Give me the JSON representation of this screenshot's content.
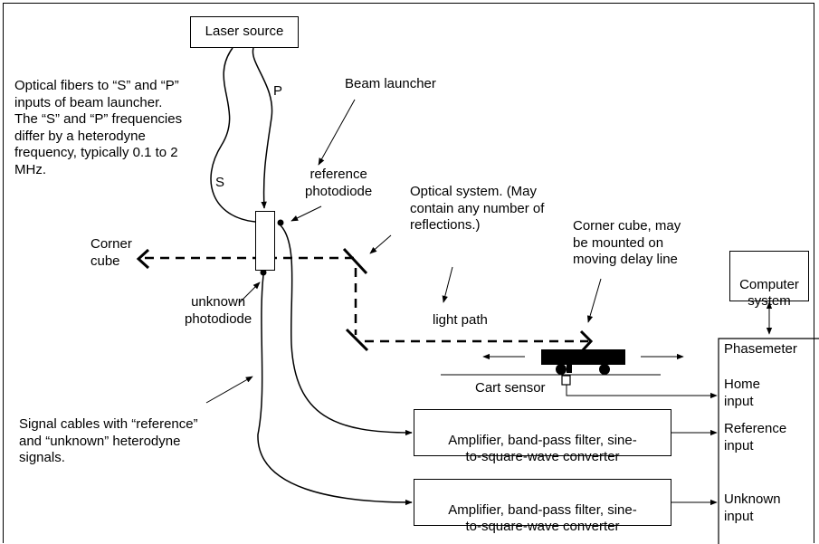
{
  "laser_source": "Laser source",
  "optical_fibers_note": "Optical fibers to “S” and “P”\ninputs of beam launcher.\nThe “S” and “P” frequencies\ndiffer by a heterodyne\nfrequency, typically 0.1 to 2\nMHz.",
  "fiber_p": "P",
  "fiber_s": "S",
  "beam_launcher": "Beam launcher",
  "reference_photodiode": "reference\nphotodiode",
  "optical_system": "Optical system.  (May\ncontain any number of\nreflections.)",
  "corner_cube_left": "Corner\ncube",
  "unknown_photodiode": "unknown\nphotodiode",
  "corner_cube_right": "Corner cube, may\nbe mounted on\nmoving delay line",
  "light_path": "light path",
  "computer_system": "Computer\nsystem",
  "phasemeter": "Phasemeter",
  "home_input": "Home\ninput",
  "reference_input": "Reference\ninput",
  "unknown_input": "Unknown\ninput",
  "cart_sensor": "Cart sensor",
  "amplifier_1": "Amplifier, band-pass filter, sine-\nto-square-wave converter",
  "amplifier_2": "Amplifier, band-pass filter, sine-\nto-square-wave converter",
  "signal_cables": "Signal cables with “reference”\nand “unknown” heterodyne\nsignals."
}
